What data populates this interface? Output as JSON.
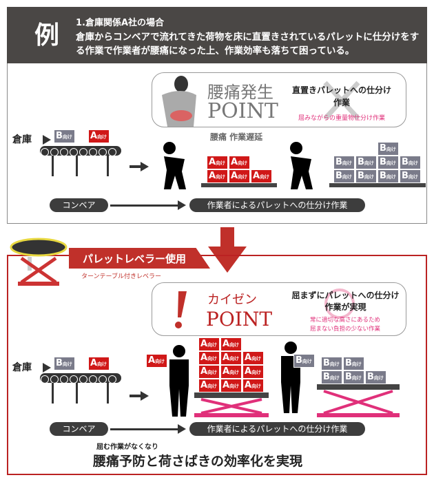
{
  "header": {
    "rei": "例",
    "case_title": "1.倉庫関係A社の場合",
    "description": "倉庫からコンベアで流れてきた荷物を床に直置きされているパレットに仕分けをする作業で作業者が腰痛になった上、作業効率も落ちて困っている。"
  },
  "before": {
    "point_title_1": "腰痛発生",
    "point_title_2": "POINT",
    "point_main": "直置きパレットへの仕分け作業",
    "point_sub": "屈みながらの重量物仕分け作業",
    "warehouse": "倉庫",
    "issue": "腰痛  作業遅延",
    "conveyor": "コンベア",
    "sorting": "作業者によるパレットへの仕分け作業"
  },
  "after": {
    "banner": "パレットレベラー使用",
    "banner_sub": "ターンテーブル付きレベラー",
    "point_title_1": "カイゼン",
    "point_title_2": "POINT",
    "point_main": "屈まずにパレットへの仕分け作業が実現",
    "point_sub_1": "常に適切な高さにあるため",
    "point_sub_2": "屈まない負担の少ない作業",
    "warehouse": "倉庫",
    "conveyor": "コンベア",
    "sorting": "作業者によるパレットへの仕分け作業",
    "result_small": "屈む作業がなくなり",
    "result": "腰痛予防と荷さばきの効率化を実現"
  },
  "boxes": {
    "A": "A",
    "B": "B",
    "suffix": "向け"
  },
  "colors": {
    "red": "#d01818",
    "gray": "#7a7b8a",
    "pink": "#e0307a"
  }
}
